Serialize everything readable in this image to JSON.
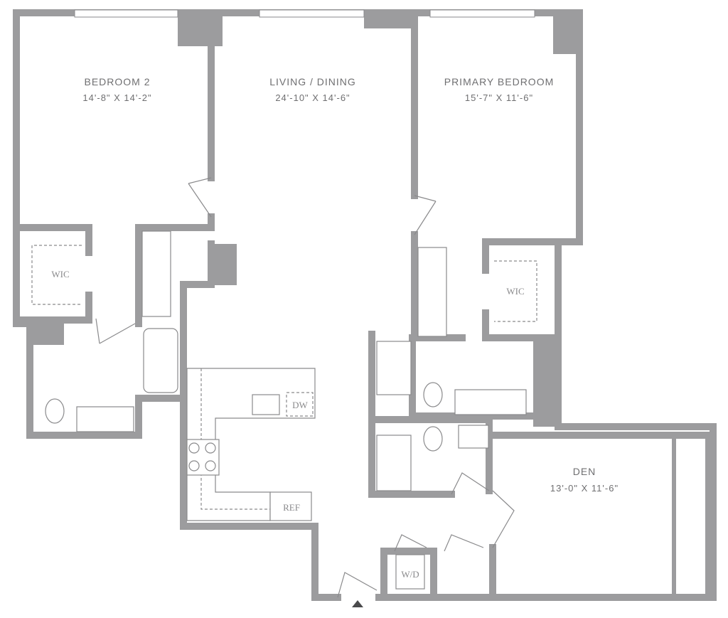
{
  "rooms": [
    {
      "name": "BEDROOM 2",
      "size": "14'-8\" X 14'-2\""
    },
    {
      "name": "LIVING / DINING",
      "size": "24'-10\" X 14'-6\""
    },
    {
      "name": "PRIMARY BEDROOM",
      "size": "15'-7\" X 11'-6\""
    },
    {
      "name": "DEN",
      "size": "13'-0\" X 11'-6\""
    }
  ],
  "fixtures": {
    "wic_left": "WIC",
    "wic_right": "WIC",
    "dishwasher": "DW",
    "refrigerator": "REF",
    "washer_dryer": "W/D"
  },
  "colors": {
    "wall": "#9c9c9e",
    "text": "#6f6f71"
  }
}
